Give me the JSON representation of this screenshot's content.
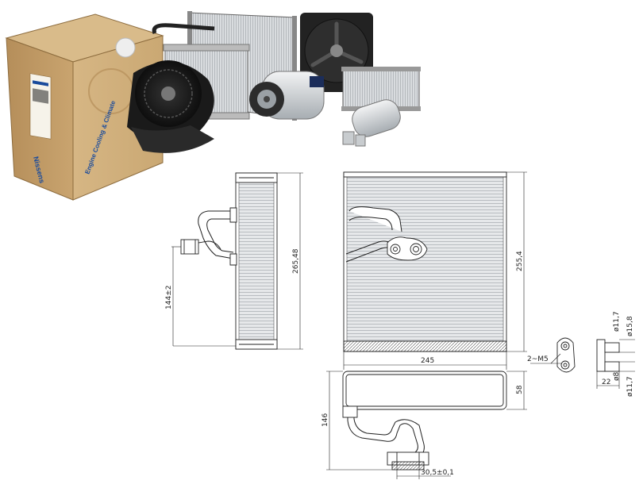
{
  "product_photo": {
    "box_brand": "Nissens",
    "box_tagline": "Engine Cooling & Climate"
  },
  "drawing": {
    "side_view": {
      "height_label": "265,48",
      "port_offset_label": "144±2"
    },
    "front_view": {
      "height_label": "255,4",
      "width_label": "245"
    },
    "bottom_view": {
      "depth_label": "58",
      "total_height_label": "146",
      "port_spacing_label": "30,5±0,1"
    },
    "flange_view": {
      "thread_label": "2~M5"
    },
    "fitting_view": {
      "dia_top_label": "ø11,7",
      "dia_upper_label": "ø15,8",
      "dia_mid_label": "ø8",
      "dia_bottom_label": "ø11,7",
      "length_label": "22"
    }
  }
}
